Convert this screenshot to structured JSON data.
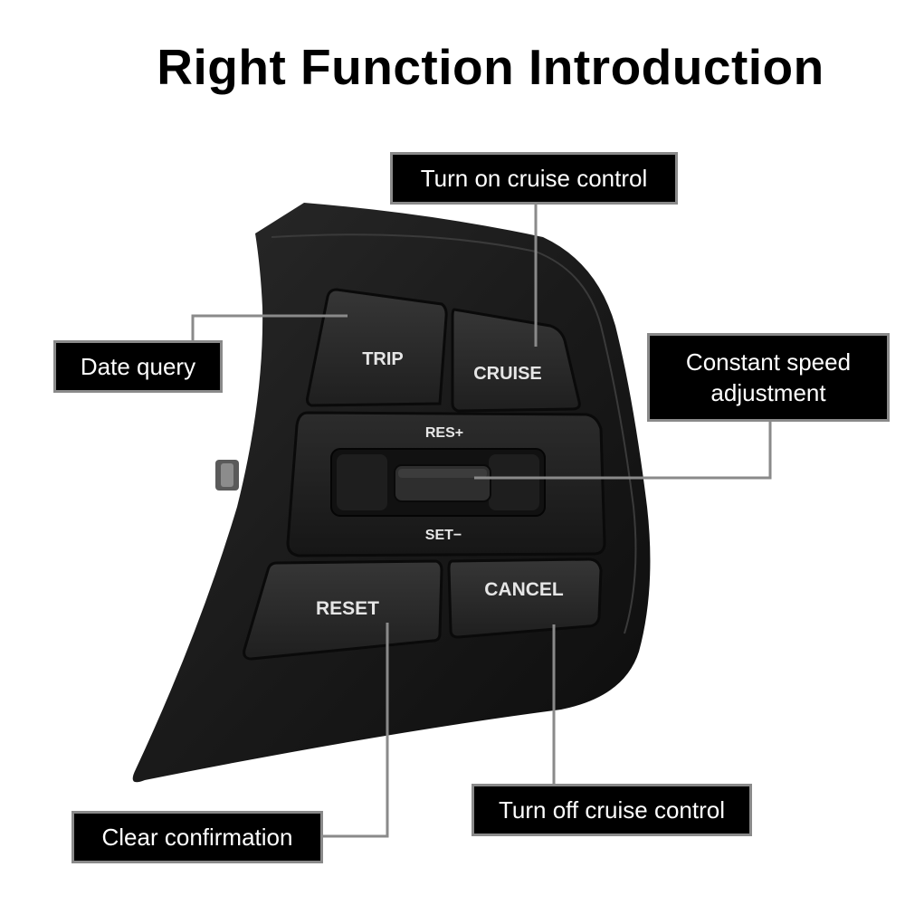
{
  "title": "Right Function Introduction",
  "callouts": {
    "cruise_on": "Turn on cruise control",
    "date_query": "Date query",
    "speed_adjust": "Constant speed adjustment",
    "cruise_off": "Turn off cruise control",
    "clear_confirm": "Clear confirmation"
  },
  "buttons": {
    "trip": "TRIP",
    "cruise": "CRUISE",
    "res_plus": "RES+",
    "set_minus": "SET−",
    "reset": "RESET",
    "cancel": "CANCEL"
  },
  "colors": {
    "housing": "#1c1c1c",
    "button_face": "#2a2a2a",
    "leader_line": "#8a8a8a",
    "label_bg": "#000000",
    "label_border": "#8a8a8a"
  }
}
